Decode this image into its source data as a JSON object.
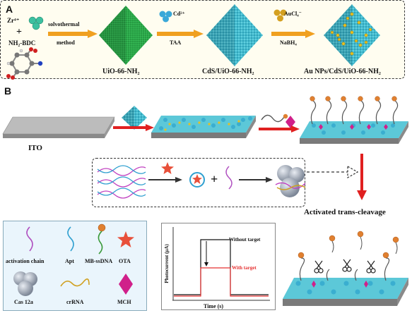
{
  "panel_a": {
    "label": "A",
    "reagent_zr": "Zr⁴⁺",
    "plus": "+",
    "reagent_linker": "NH₂-BDC",
    "step1_top": "solvothermal",
    "step1_bottom": "method",
    "product1": "UiO-66-NH₂",
    "step2_top": "Cd²⁺",
    "step2_bottom": "TAA",
    "product2": "CdS/UiO-66-NH₂",
    "step3_top": "AuCl₄⁻",
    "step3_bottom": "NaBH₄",
    "product3": "Au NPs/CdS/UiO-66-NH₂"
  },
  "panel_b": {
    "label": "B",
    "ito_label": "ITO",
    "plus": "+",
    "activated_label": "Activated trans-cleavage"
  },
  "legend": {
    "items": [
      {
        "label": "activation chain",
        "icon": "activation-chain"
      },
      {
        "label": "Apt",
        "icon": "aptamer"
      },
      {
        "label": "MB-ssDNA",
        "icon": "mb-ssdna"
      },
      {
        "label": "OTA",
        "icon": "ota-star"
      },
      {
        "label": "Cas 12a",
        "icon": "cas12a"
      },
      {
        "label": "crRNA",
        "icon": "crrna"
      },
      {
        "label": "MCH",
        "icon": "mch-diamond"
      }
    ]
  },
  "photocurrent_chart": {
    "ylabel": "Photocurrent (μA)",
    "xlabel": "Time (s)",
    "series": [
      {
        "name": "Without target",
        "color": "#111111"
      },
      {
        "name": "With target",
        "color": "#e53030"
      }
    ]
  },
  "colors": {
    "green_mof": "#2faa4a",
    "cyan_mof": "#38b6c8",
    "arrow_orange": "#f0a020",
    "arrow_red": "#e02020",
    "gold": "#e0b020",
    "ota_red": "#e8503a",
    "mch_magenta": "#d0208a",
    "cas_grey": "#9aa3b0"
  }
}
